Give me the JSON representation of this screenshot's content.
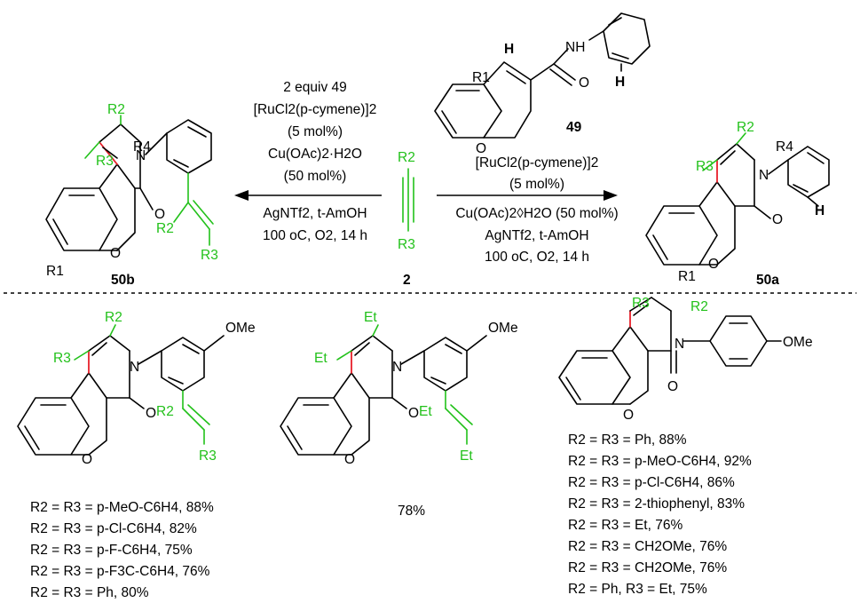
{
  "top": {
    "left_conditions": [
      "2 equiv 49",
      "[RuCl2(p-cymene)]2",
      "(5 mol%)",
      "Cu(OAc)2·H2O",
      "(50 mol%)",
      "AgNTf2, t-AmOH",
      "100 oC, O2, 14 h"
    ],
    "right_conditions": [
      "[RuCl2(p-cymene)]2",
      "(5 mol%)",
      "Cu(OAc)2◊H2O (50 mol%)",
      "AgNTf2, t-AmOH",
      "100 oC, O2, 14 h"
    ],
    "compound_labels": {
      "c50b": "50b",
      "c2": "2",
      "c49": "49",
      "c50a": "50a"
    },
    "atoms": {
      "H": "H",
      "NH": "NH",
      "O": "O",
      "N": "N",
      "R1": "R1",
      "R2": "R2",
      "R3": "R3",
      "R4": "R4"
    }
  },
  "bottom": {
    "left_yields": [
      "R2 = R3 = p-MeO-C6H4, 88%",
      "R2 = R3 = p-Cl-C6H4, 82%",
      "R2 = R3 = p-F-C6H4, 75%",
      "R2 = R3 = p-F3C-C6H4, 76%",
      "R2 = R3 = Ph, 80%"
    ],
    "middle_yield": "78%",
    "right_yields": [
      "R2 = R3 = Ph, 88%",
      "R2 = R3 = p-MeO-C6H4, 92%",
      "R2 = R3 = p-Cl-C6H4, 86%",
      "R2 = R3 = 2-thiophenyl, 83%",
      "R2 = R3 = Et, 76%",
      "R2 = R3 = CH2OMe, 76%",
      "R2 = R3 = CH2OMe, 76%",
      "R2 = Ph, R3 = Et, 75%"
    ],
    "atoms": {
      "OMe": "OMe",
      "Et": "Et"
    }
  },
  "colors": {
    "green": "#22c11a",
    "red": "#e8202a"
  }
}
